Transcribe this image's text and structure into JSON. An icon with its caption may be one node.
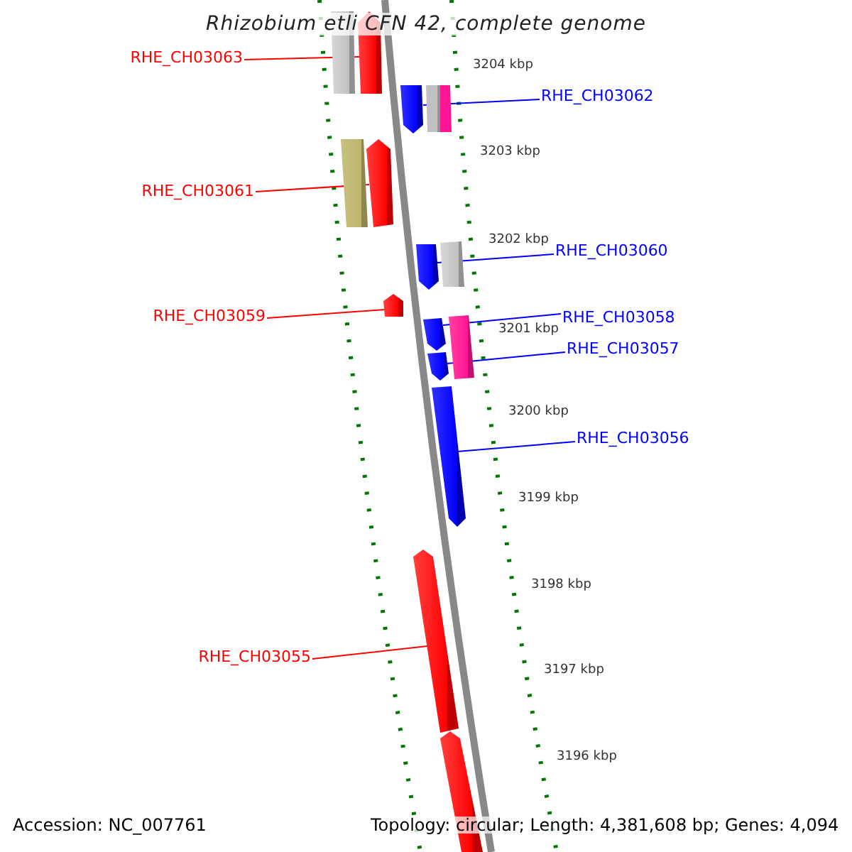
{
  "diagram": {
    "title": "Rhizobium etli CFN 42, complete genome",
    "nodes": [
      {
        "text": [
          "RHE_CH03063"
        ]
      },
      {
        "text": [],
        "shape": "box"
      },
      {
        "text": [],
        "shape": "arrow"
      },
      {
        "text": [
          "RHE_CH03062"
        ]
      },
      {
        "text": [],
        "shape": "arrow"
      },
      {
        "text": [],
        "shape": "box"
      },
      {
        "text": [
          "RHE_CH03061"
        ]
      },
      {
        "text": [],
        "shape": "box"
      },
      {
        "text": [],
        "shape": "arrow"
      },
      {
        "text": [
          "RHE_CH03060"
        ]
      },
      {
        "text": [],
        "shape": "arrow"
      },
      {
        "text": [],
        "shape": "box"
      },
      {
        "text": [
          "RHE_CH03059"
        ]
      },
      {
        "text": [],
        "shape": "arrow"
      },
      {
        "text": [
          "RHE_CH03058"
        ]
      },
      {
        "text": [],
        "shape": "arrow"
      },
      {
        "text": [],
        "shape": "box"
      },
      {
        "text": [
          "RHE_CH03057"
        ]
      },
      {
        "text": [],
        "shape": "arrow"
      },
      {
        "text": [],
        "shape": "arrow"
      },
      {
        "text": [
          "RHE_CH03056"
        ]
      },
      {
        "text": [
          "RHE_CH03055"
        ]
      },
      {
        "text": [],
        "shape": "arrow"
      },
      {
        "text": [],
        "shape": "arrow"
      }
    ],
    "edges": [
      {
        "from": 0,
        "to": 2,
        "arrow": "none",
        "color": "#ff0000"
      },
      {
        "from": 3,
        "to": 4,
        "arrow": "none",
        "color": "#0000ff"
      },
      {
        "from": 6,
        "to": 8,
        "arrow": "none",
        "color": "#ff0000"
      },
      {
        "from": 9,
        "to": 10,
        "arrow": "none",
        "color": "#0000ff"
      },
      {
        "from": 12,
        "to": 13,
        "arrow": "none",
        "color": "#ff0000"
      },
      {
        "from": 14,
        "to": 15,
        "arrow": "none",
        "color": "#0000ff"
      },
      {
        "from": 17,
        "to": 18,
        "arrow": "none",
        "color": "#0000ff"
      },
      {
        "from": 20,
        "to": 19,
        "arrow": "none",
        "color": "#0000ff"
      },
      {
        "from": 21,
        "to": 22,
        "arrow": "none",
        "color": "#ff0000"
      }
    ],
    "labels": [
      "3204 kbp",
      "3203 kbp",
      "3202 kbp",
      "3201 kbp",
      "3200 kbp",
      "3199 kbp",
      "3198 kbp",
      "3197 kbp",
      "3196 kbp",
      "Accession: NC_007761",
      "Topology: circular; Length: 4,381,608 bp; Genes: 4,094"
    ]
  }
}
